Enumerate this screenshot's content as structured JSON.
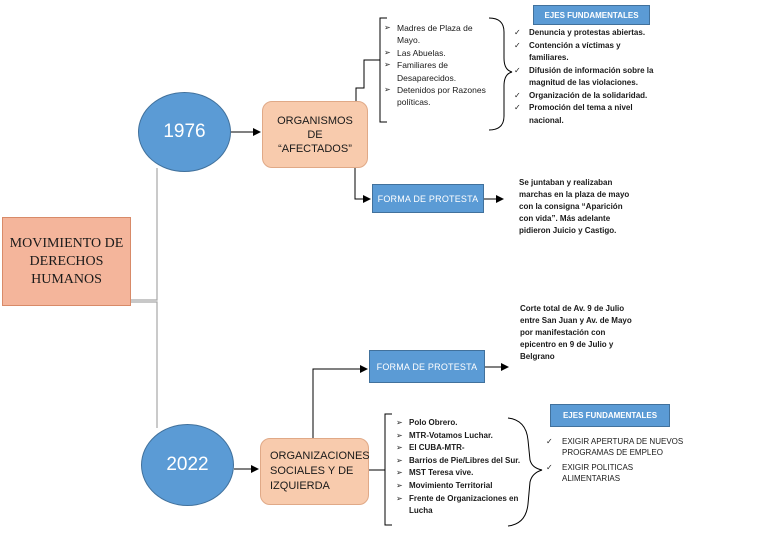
{
  "main": {
    "title": "MOVIMIENTO DE DERECHOS HUMANOS"
  },
  "year_1976": {
    "year": "1976",
    "org_label": "ORGANISMOS DE “AFECTADOS”",
    "org_lines": [
      "ORGANISMOS",
      "DE",
      "“AFECTADOS”"
    ],
    "members": [
      "Madres de Plaza de Mayo.",
      "Las Abuelas.",
      "Familiares de Desaparecidos.",
      "Detenidos por Razones políticas."
    ],
    "ejes_title": "EJES FUNDAMENTALES",
    "ejes": [
      "Denuncia y protestas abiertas.",
      "Contención a víctimas y familiares.",
      "Difusión de información sobre la magnitud de las violaciones.",
      "Organización de la solidaridad.",
      "Promoción del tema a nivel nacional."
    ],
    "protest_label": "FORMA DE PROTESTA",
    "protest_text": "Se juntaban y realizaban marchas en la plaza de mayo con la consigna “Aparición con vida”. Más adelante pidieron Juicio y Castigo."
  },
  "year_2022": {
    "year": "2022",
    "org_label": "ORGANIZACIONES SOCIALES Y DE IZQUIERDA",
    "members": [
      "Polo Obrero.",
      "MTR-Votamos Luchar.",
      "El CUBA-MTR-",
      "Barrios de Pie/Libres del Sur.",
      "MST Teresa vive.",
      "Movimiento Territorial",
      "Frente de Organizaciones en Lucha"
    ],
    "ejes_title": "EJES FUNDAMENTALES",
    "ejes": [
      "EXIGIR APERTURA DE NUEVOS PROGRAMAS DE EMPLEO",
      "EXIGIR POLITICAS ALIMENTARIAS"
    ],
    "protest_label": "FORMA DE PROTESTA",
    "protest_text": "Corte total de Av. 9 de Julio entre San Juan y Av. de Mayo por manifestación con epicentro en 9 de Julio y Belgrano"
  },
  "icons": {
    "list_marker": "arrow-bullet-icon",
    "check_marker": "checkmark-icon"
  },
  "colors": {
    "blue": "#5b9bd5",
    "salmon": "#f4b59b",
    "peach": "#f8cbad",
    "line": "#000000",
    "connector_gray": "#a6a6a6"
  }
}
